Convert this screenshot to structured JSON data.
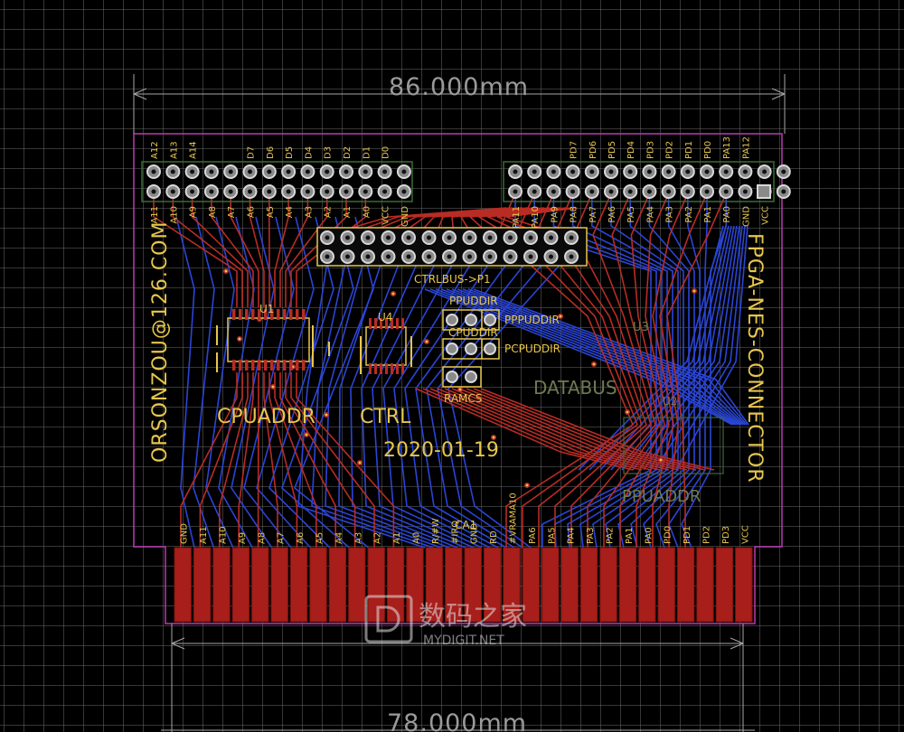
{
  "dimensions": {
    "top": "86.000mm",
    "bottom": "78.000mm"
  },
  "board": {
    "vertical_left": "ORSONZOU@126.COM",
    "vertical_right": "FPGA-NES-CONNECTOR",
    "date": "2020-01-19"
  },
  "header_left": {
    "top_labels": [
      "A12",
      "A13",
      "A14",
      "",
      "",
      "D7",
      "D6",
      "D5",
      "D4",
      "D3",
      "D2",
      "D1",
      "D0",
      ""
    ],
    "bottom_labels": [
      "A11",
      "A10",
      "A9",
      "A8",
      "A7",
      "A6",
      "A5",
      "A4",
      "A3",
      "A2",
      "A1",
      "A0",
      "VCC",
      "GND"
    ]
  },
  "header_right": {
    "top_labels": [
      "",
      "",
      "",
      "PD7",
      "PD6",
      "PD5",
      "PD4",
      "PD3",
      "PD2",
      "PD1",
      "PD0",
      "PA13",
      "PA12",
      "",
      ""
    ],
    "bottom_labels": [
      "PA11",
      "PA10",
      "PA9",
      "PA8",
      "PA7",
      "PA6",
      "PA5",
      "PA4",
      "PA3",
      "PA2",
      "PA1",
      "PA0",
      "GND",
      "VCC",
      ""
    ]
  },
  "ctrlbus": {
    "label": "CTRLBUS->P1"
  },
  "chips": {
    "u1": "U1",
    "u4": "U4",
    "u1_name": "CPUADDR",
    "u4_name": "CTRL"
  },
  "jumpers": {
    "ppuddir": "PPUDDIR",
    "cpuddir": "CPUDDIR",
    "ppuddir_side": "PPPUDDIR",
    "cpuddir_side": "PCPUDDIR",
    "ramcs": "RAMCS"
  },
  "bottom_layer": {
    "u3": "U3",
    "u2": "U2",
    "databus": "DATABUS",
    "ppuaddr": "PPUADDR"
  },
  "edge": {
    "name": "CA1",
    "pin_labels": [
      "GND",
      "A11",
      "A10",
      "A9",
      "A8",
      "A7",
      "A6",
      "A5",
      "A4",
      "A3",
      "A2",
      "A1",
      "A0",
      "R/#W",
      "#IRQ",
      "GND",
      "RD",
      "#VRAMA10",
      "PA6",
      "PA5",
      "PA4",
      "PA3",
      "PA2",
      "PA1",
      "PA0",
      "PD0",
      "PD1",
      "PD2",
      "PD3",
      "VCC"
    ],
    "finger_count": 30
  },
  "watermark": {
    "cn": "数码之家",
    "en": "MYDIGIT.NET"
  },
  "colors": {
    "outline": "#b73bb0",
    "silk": "#e6c64e",
    "top_copper": "#b92c24",
    "bottom_copper": "#2a45d6",
    "header_frame": "#3b6b32",
    "bottom_silk": "#6f7a52"
  }
}
